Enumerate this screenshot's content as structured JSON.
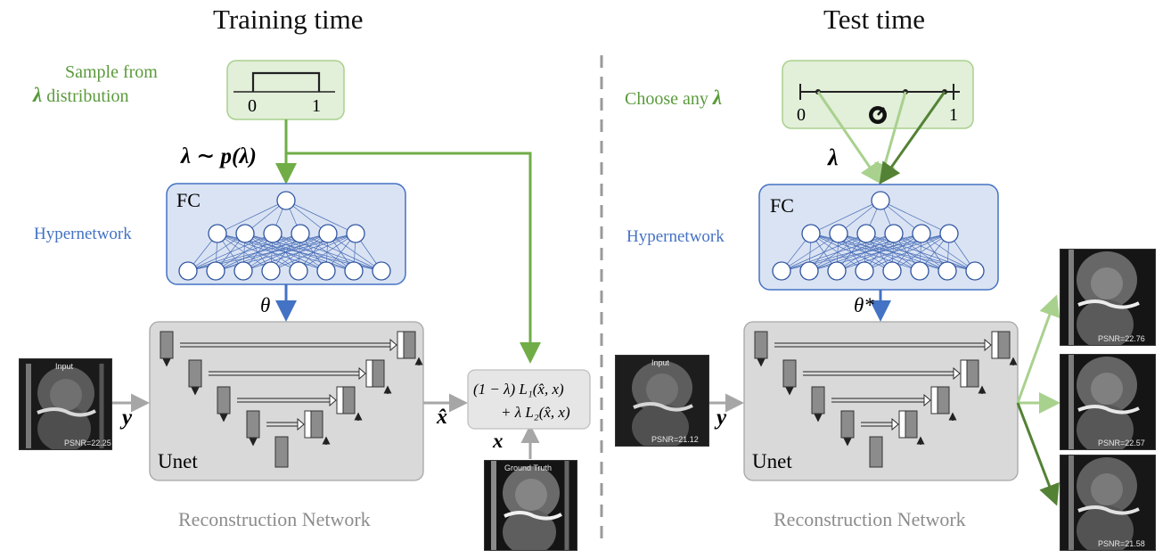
{
  "training": {
    "title": "Training time",
    "sample_line1": "Sample from",
    "sample_lambda": "λ",
    "sample_line2": "distribution",
    "tick0": "0",
    "tick1": "1",
    "lambda_dist": "λ ∼ p(λ)",
    "fc": "FC",
    "hypernetwork": "Hypernetwork",
    "theta": "θ",
    "unet": "Unet",
    "y": "y",
    "xhat": "x̂",
    "x": "x",
    "loss_line1": "(1 − λ) L₁(x̂, x)",
    "loss_line2": "+ λ L₂(x̂, x)",
    "recon": "Reconstruction Network",
    "input_cap": "Input",
    "input_psnr": "PSNR=22.25",
    "gt_cap": "Ground Truth"
  },
  "test": {
    "title": "Test time",
    "choose": "Choose any",
    "choose_lambda": "λ",
    "tick0": "0",
    "tick1": "1",
    "lambda": "λ",
    "fc": "FC",
    "hypernetwork": "Hypernetwork",
    "theta_star": "θ*",
    "unet": "Unet",
    "y": "y",
    "recon": "Reconstruction Network",
    "input_cap": "Input",
    "input_psnr": "PSNR=21.12",
    "out1_psnr": "PSNR=22.76",
    "out2_psnr": "PSNR=22.57",
    "out3_psnr": "PSNR=21.58"
  },
  "colors": {
    "green_box": "#e2efd9",
    "green_stroke": "#a9d18e",
    "green_arrow": "#70ad47",
    "light_green_arrow": "#a9d18e",
    "dark_green_arrow": "#548235",
    "blue_box": "#dae3f3",
    "blue_stroke": "#4472c4",
    "gray_box": "#d9d9d9",
    "gray_arrow": "#a6a6a6"
  }
}
